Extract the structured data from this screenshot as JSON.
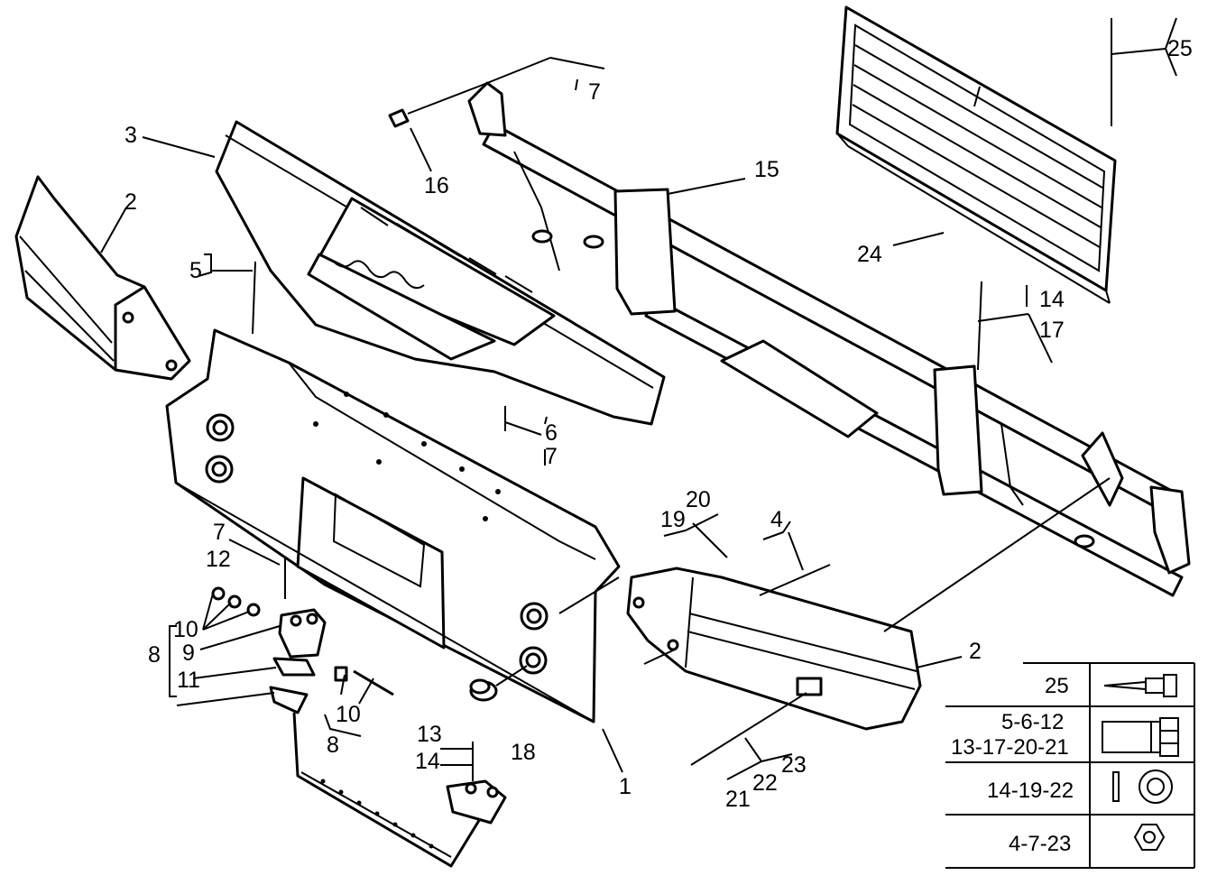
{
  "callouts": {
    "c1": "1",
    "c2_left": "2",
    "c2_right": "2",
    "c3": "3",
    "c4": "4",
    "c5": "5",
    "c6": "6",
    "c7_top": "7",
    "c7_mid": "7",
    "c7_left": "7",
    "c8_left": "8",
    "c8_low": "8",
    "c9": "9",
    "c10_a": "10",
    "c10_b": "10",
    "c11": "11",
    "c12": "12",
    "c13": "13",
    "c14_low": "14",
    "c14_right": "14",
    "c15": "15",
    "c16": "16",
    "c17": "17",
    "c18": "18",
    "c19": "19",
    "c20": "20",
    "c21": "21",
    "c22": "22",
    "c23": "23",
    "c24": "24",
    "c25": "25"
  },
  "legend": {
    "rows": [
      {
        "label": "25",
        "icon": "rivet-icon"
      },
      {
        "label_line1": "5-6-12",
        "label_line2": "13-17-20-21",
        "icon": "bolt-icon"
      },
      {
        "label": "14-19-22",
        "icon": "washer-icon"
      },
      {
        "label": "4-7-23",
        "icon": "hex-nut-icon"
      }
    ]
  }
}
